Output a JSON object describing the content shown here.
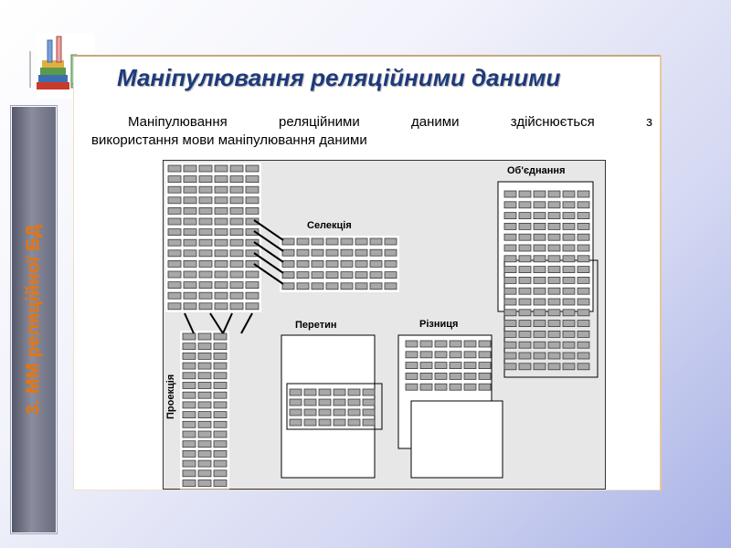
{
  "side_label": "3. ММ реляційної БД",
  "title": "Маніпулювання реляційними даними",
  "body": {
    "words_line1": [
      "Маніпулювання",
      "реляційними",
      "даними",
      "здійснюється",
      "з"
    ],
    "line2": "використання  мови маніпулювання  даними"
  },
  "diagram": {
    "labels": {
      "selection": "Селекція",
      "projection": "Проекція",
      "intersection": "Перетин",
      "difference": "Різниця",
      "union": "Об'єднання"
    }
  },
  "logo_icon": "books-with-test-tubes-icon"
}
